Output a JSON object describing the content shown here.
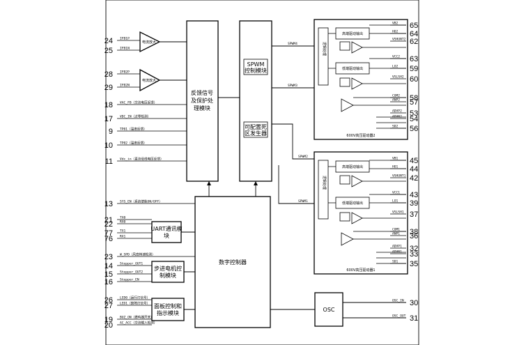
{
  "blocks": {
    "feedback": [
      "反馈信号",
      "及保护处",
      "理模块"
    ],
    "spwm": [
      "SPWM",
      "控制模块"
    ],
    "deadzone": [
      "可配置死",
      "区发生器"
    ],
    "digital": "数字控制器",
    "uart": [
      "UART通讯模",
      "块"
    ],
    "stepper": [
      "步进电机控",
      "制模块"
    ],
    "panel": [
      "面板控制和",
      "指示模块"
    ],
    "osc": "OSC",
    "driver2": "600V高压驱动器2",
    "driver1": "600V高压驱动器1",
    "logic": "逻辑处理",
    "hi_drv": "高端驱动输出",
    "lo_drv": "低端驱动输出"
  },
  "left_pins": [
    {
      "num": "24",
      "sig": "IFB1P"
    },
    {
      "num": "25",
      "sig": "IFB1N"
    },
    {
      "num": "28",
      "sig": "IFB2P"
    },
    {
      "num": "29",
      "sig": "IFB2N"
    },
    {
      "num": "18",
      "sig": "VAC_FB（交流电压反馈）"
    },
    {
      "num": "17",
      "sig": "VDC_IN（过零检测）"
    },
    {
      "num": "9",
      "sig": "TP01（温度反馈）"
    },
    {
      "num": "10",
      "sig": "TP02（温度反馈）"
    },
    {
      "num": "11",
      "sig": "Vdc_in（直流母线电压反馈）"
    },
    {
      "num": "13",
      "sig": "SYS_EN（系统使能ON/OFF）"
    },
    {
      "num": "21",
      "sig": "TX0"
    },
    {
      "num": "22",
      "sig": "RX0"
    },
    {
      "num": "77",
      "sig": "TX1"
    },
    {
      "num": "76",
      "sig": "RX1"
    },
    {
      "num": "23",
      "sig": "W_SPD（风扇转速检测）"
    },
    {
      "num": "14",
      "sig": "Stepper_OUT1"
    },
    {
      "num": "15",
      "sig": "Stepper_OUT2"
    },
    {
      "num": "16",
      "sig": "Stepper_EN"
    },
    {
      "num": "26",
      "sig": "LED0（运行灯信号）"
    },
    {
      "num": "27",
      "sig": "LED1（故障灯信号）"
    },
    {
      "num": "19",
      "sig": "BUZ_ON（蜂鸣器开关）"
    },
    {
      "num": "20",
      "sig": "AC_ACC（交流输入检测）"
    }
  ],
  "amp_label": "电流放大",
  "spwm_outputs": [
    "SPWM4",
    "SPWM3",
    "SPWM2",
    "SPWM1"
  ],
  "right_pins": [
    {
      "num": "65",
      "sig": "VB2"
    },
    {
      "num": "64",
      "sig": "HO2"
    },
    {
      "num": "62",
      "sig": "VSHUNT2"
    },
    {
      "num": "63",
      "sig": "VCC2"
    },
    {
      "num": "59",
      "sig": "LO2"
    },
    {
      "num": "60",
      "sig": "VSLSH2"
    },
    {
      "num": "58",
      "sig": "COM2"
    },
    {
      "num": "57",
      "sig": "ANP2"
    },
    {
      "num": "53",
      "sig": "ADVP2"
    },
    {
      "num": "54",
      "sig": "ADVN2"
    },
    {
      "num": "56",
      "sig": "SD2"
    },
    {
      "num": "45",
      "sig": "VB1"
    },
    {
      "num": "44",
      "sig": "HO1"
    },
    {
      "num": "42",
      "sig": "VSHUNT1"
    },
    {
      "num": "43",
      "sig": "VCC1"
    },
    {
      "num": "39",
      "sig": "LO1"
    },
    {
      "num": "37",
      "sig": "VSLSH1"
    },
    {
      "num": "38",
      "sig": "COM1"
    },
    {
      "num": "36",
      "sig": "ANP1"
    },
    {
      "num": "32",
      "sig": "ADVP1"
    },
    {
      "num": "33",
      "sig": "ADVN1"
    },
    {
      "num": "35",
      "sig": "SD1"
    },
    {
      "num": "30",
      "sig": "OSC_IN"
    },
    {
      "num": "31",
      "sig": "OSC_OUT"
    }
  ]
}
